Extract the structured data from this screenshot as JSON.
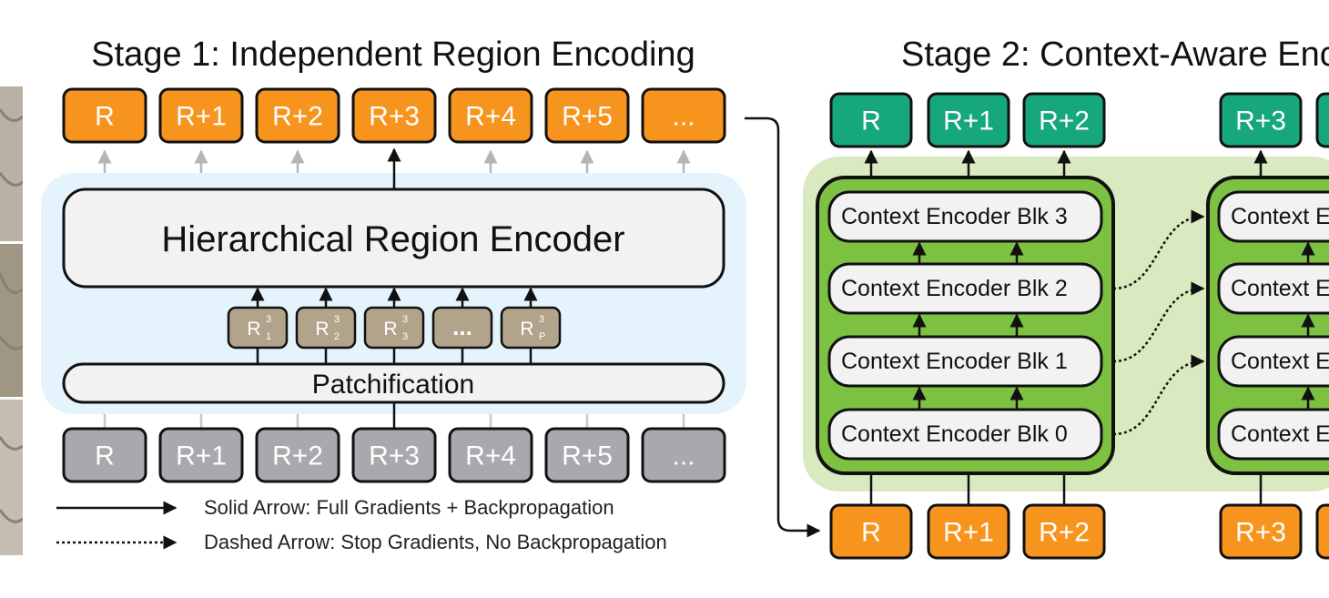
{
  "stage1": {
    "title": "Stage 1: Independent Region Encoding",
    "outputs": [
      "R",
      "R+1",
      "R+2",
      "R+3",
      "R+4",
      "R+5",
      "..."
    ],
    "encoder_label": "Hierarchical Region Encoder",
    "subregions": [
      {
        "main": "R",
        "sup": "3",
        "sub": "1"
      },
      {
        "main": "R",
        "sup": "3",
        "sub": "2"
      },
      {
        "main": "R",
        "sup": "3",
        "sub": "3"
      },
      {
        "main": "...",
        "sup": "",
        "sub": ""
      },
      {
        "main": "R",
        "sup": "3",
        "sub": "P"
      }
    ],
    "patchify_label": "Patchification",
    "inputs": [
      "R",
      "R+1",
      "R+2",
      "R+3",
      "R+4",
      "R+5",
      "..."
    ]
  },
  "stage2": {
    "title": "Stage 2: Context-Aware Enc",
    "group1_outputs": [
      "R",
      "R+1",
      "R+2"
    ],
    "group2_outputs": [
      "R+3"
    ],
    "blocks": [
      "Context Encoder Blk 3",
      "Context Encoder Blk 2",
      "Context Encoder Blk 1",
      "Context Encoder Blk 0"
    ],
    "group2_block_label": "Context E",
    "group1_inputs": [
      "R",
      "R+1",
      "R+2"
    ],
    "group2_inputs": [
      "R+3"
    ]
  },
  "legend": {
    "solid": "Solid Arrow: Full Gradients + Backpropagation",
    "dashed": "Dashed Arrow: Stop Gradients, No Backpropagation"
  },
  "colors": {
    "orange": "#f7941d",
    "gray": "#a7a9ac",
    "tan": "#b2a48a",
    "teal": "#17a77c",
    "green": "#7dc142",
    "light_green": "#d9eac0",
    "light_blue": "#e4f3fc",
    "box_fill": "#f2f2f2"
  }
}
